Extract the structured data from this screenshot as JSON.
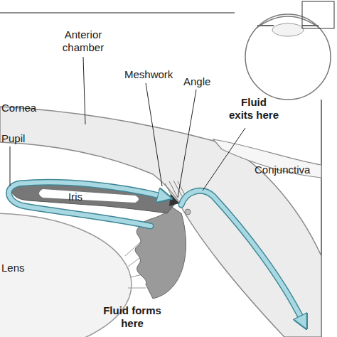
{
  "diagram": {
    "labels": [
      "Anterior chamber",
      "Meshwork",
      "Cornea",
      "Angle",
      "Fluid exits here",
      "Pupil",
      "Iris",
      "Conjunctiva",
      "Lens",
      "Fluid forms here"
    ]
  }
}
